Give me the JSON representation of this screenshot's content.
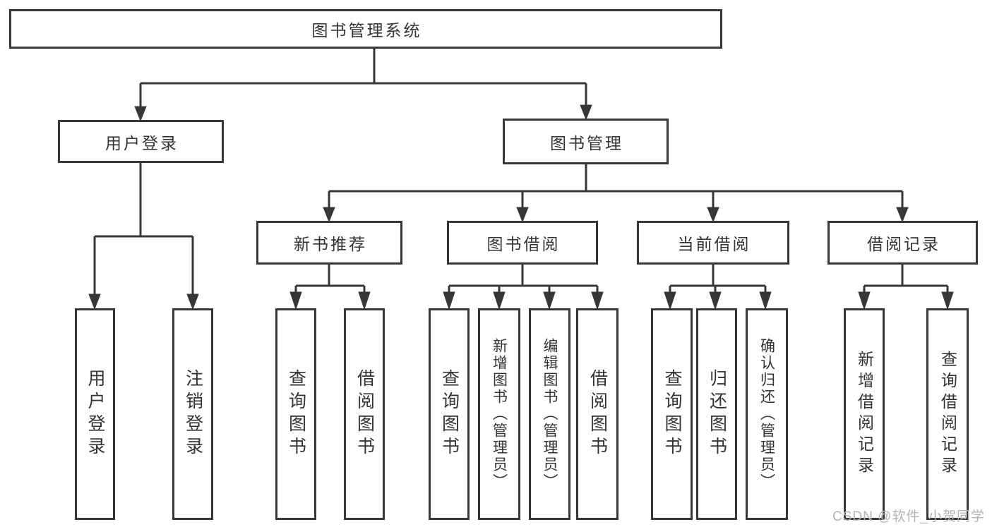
{
  "diagram": {
    "type": "hierarchy-flowchart",
    "title": "图书管理系统"
  },
  "nodes": {
    "root": {
      "label": "图书管理系统"
    },
    "user_login": {
      "label": "用户登录"
    },
    "book_mgmt": {
      "label": "图书管理"
    },
    "new_book_rec": {
      "label": "新书推荐"
    },
    "book_borrow": {
      "label": "图书借阅"
    },
    "current_borrow": {
      "label": "当前借阅"
    },
    "borrow_records": {
      "label": "借阅记录"
    },
    "leaf_user_login": {
      "label": "用户登录"
    },
    "leaf_logout": {
      "label": "注销登录"
    },
    "leaf_rec_query": {
      "label": "查询图书"
    },
    "leaf_rec_borrow": {
      "label": "借阅图书"
    },
    "leaf_bb_query": {
      "label": "查询图书"
    },
    "leaf_bb_add": {
      "label": "新增图书（管理员）"
    },
    "leaf_bb_edit": {
      "label": "编辑图书（管理员）"
    },
    "leaf_bb_borrow": {
      "label": "借阅图书"
    },
    "leaf_cb_query": {
      "label": "查询图书"
    },
    "leaf_cb_return": {
      "label": "归还图书"
    },
    "leaf_cb_confirm": {
      "label": "确认归还（管理员）"
    },
    "leaf_br_add": {
      "label": "新增借阅记录"
    },
    "leaf_br_query": {
      "label": "查询借阅记录"
    }
  },
  "hierarchy": [
    {
      "label": "图书管理系统",
      "children": [
        {
          "label": "用户登录",
          "children": [
            {
              "label": "用户登录"
            },
            {
              "label": "注销登录"
            }
          ]
        },
        {
          "label": "图书管理",
          "children": [
            {
              "label": "新书推荐",
              "children": [
                {
                  "label": "查询图书"
                },
                {
                  "label": "借阅图书"
                }
              ]
            },
            {
              "label": "图书借阅",
              "children": [
                {
                  "label": "查询图书"
                },
                {
                  "label": "新增图书（管理员）"
                },
                {
                  "label": "编辑图书（管理员）"
                },
                {
                  "label": "借阅图书"
                }
              ]
            },
            {
              "label": "当前借阅",
              "children": [
                {
                  "label": "查询图书"
                },
                {
                  "label": "归还图书"
                },
                {
                  "label": "确认归还（管理员）"
                }
              ]
            },
            {
              "label": "借阅记录",
              "children": [
                {
                  "label": "新增借阅记录"
                },
                {
                  "label": "查询借阅记录"
                }
              ]
            }
          ]
        }
      ]
    }
  ],
  "watermark": {
    "text": "CSDN @软件_小贺同学"
  },
  "colors": {
    "line": "#373737",
    "text": "#333333",
    "watermark": "#b3b3b3",
    "background": "#ffffff"
  }
}
